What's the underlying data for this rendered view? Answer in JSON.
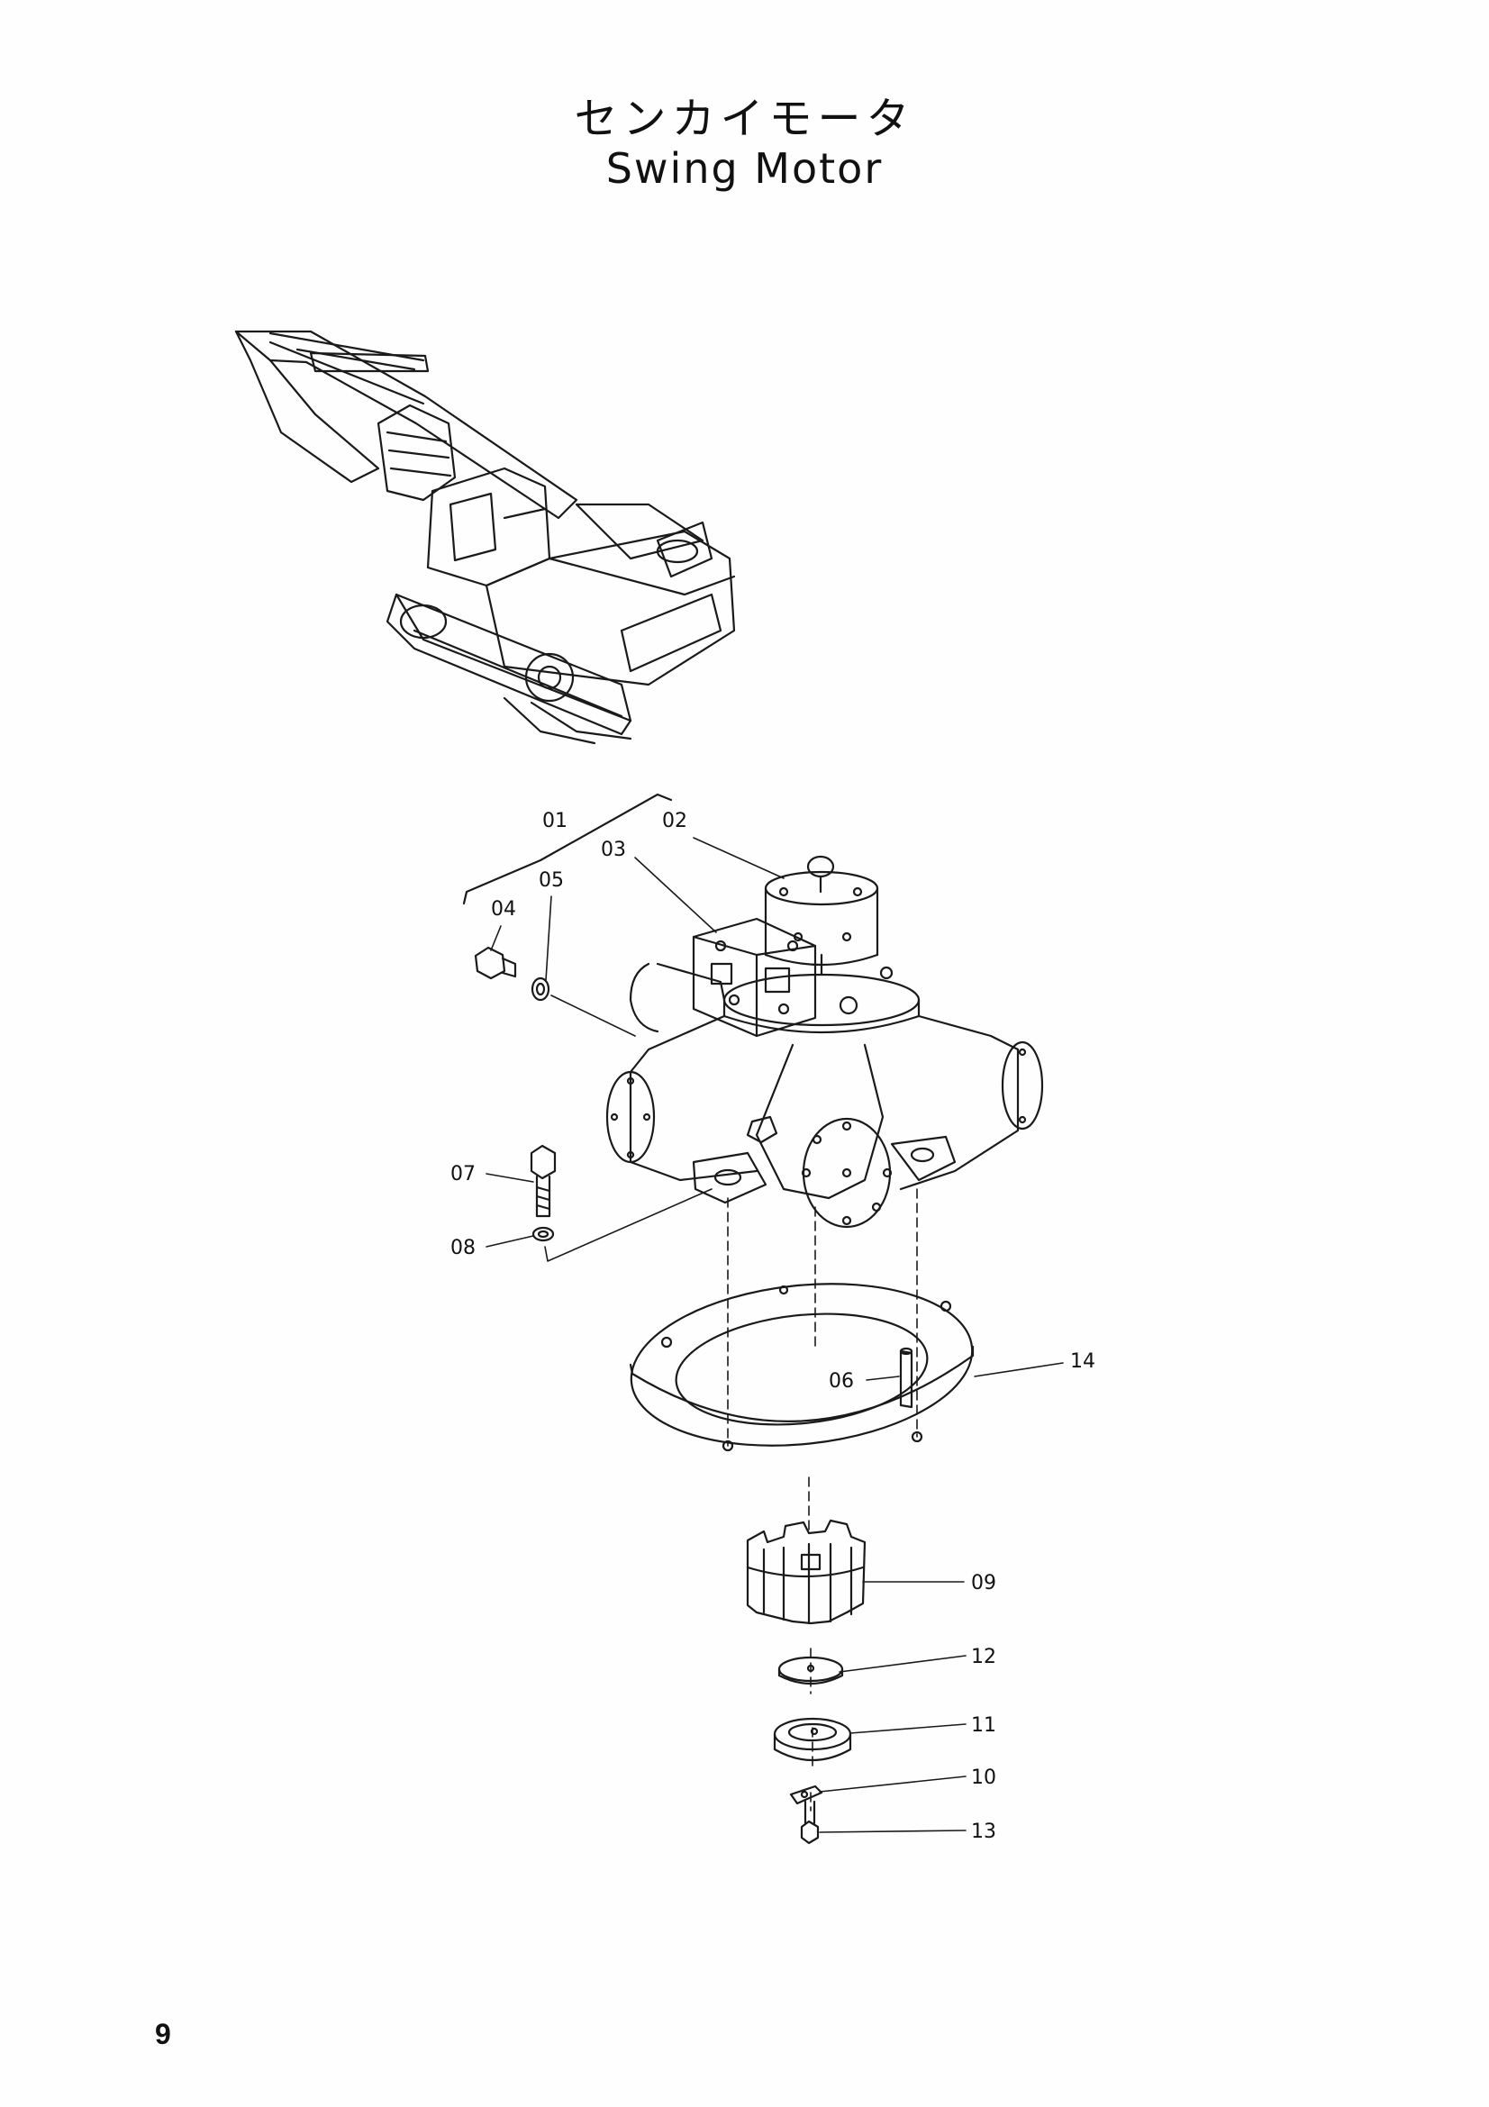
{
  "header": {
    "title_jp": "センカイモータ",
    "title_en": "Swing Motor"
  },
  "callouts": [
    "01",
    "02",
    "03",
    "04",
    "05",
    "06",
    "07",
    "08",
    "09",
    "10",
    "11",
    "12",
    "13",
    "14"
  ],
  "footer": {
    "page_number": "9"
  }
}
